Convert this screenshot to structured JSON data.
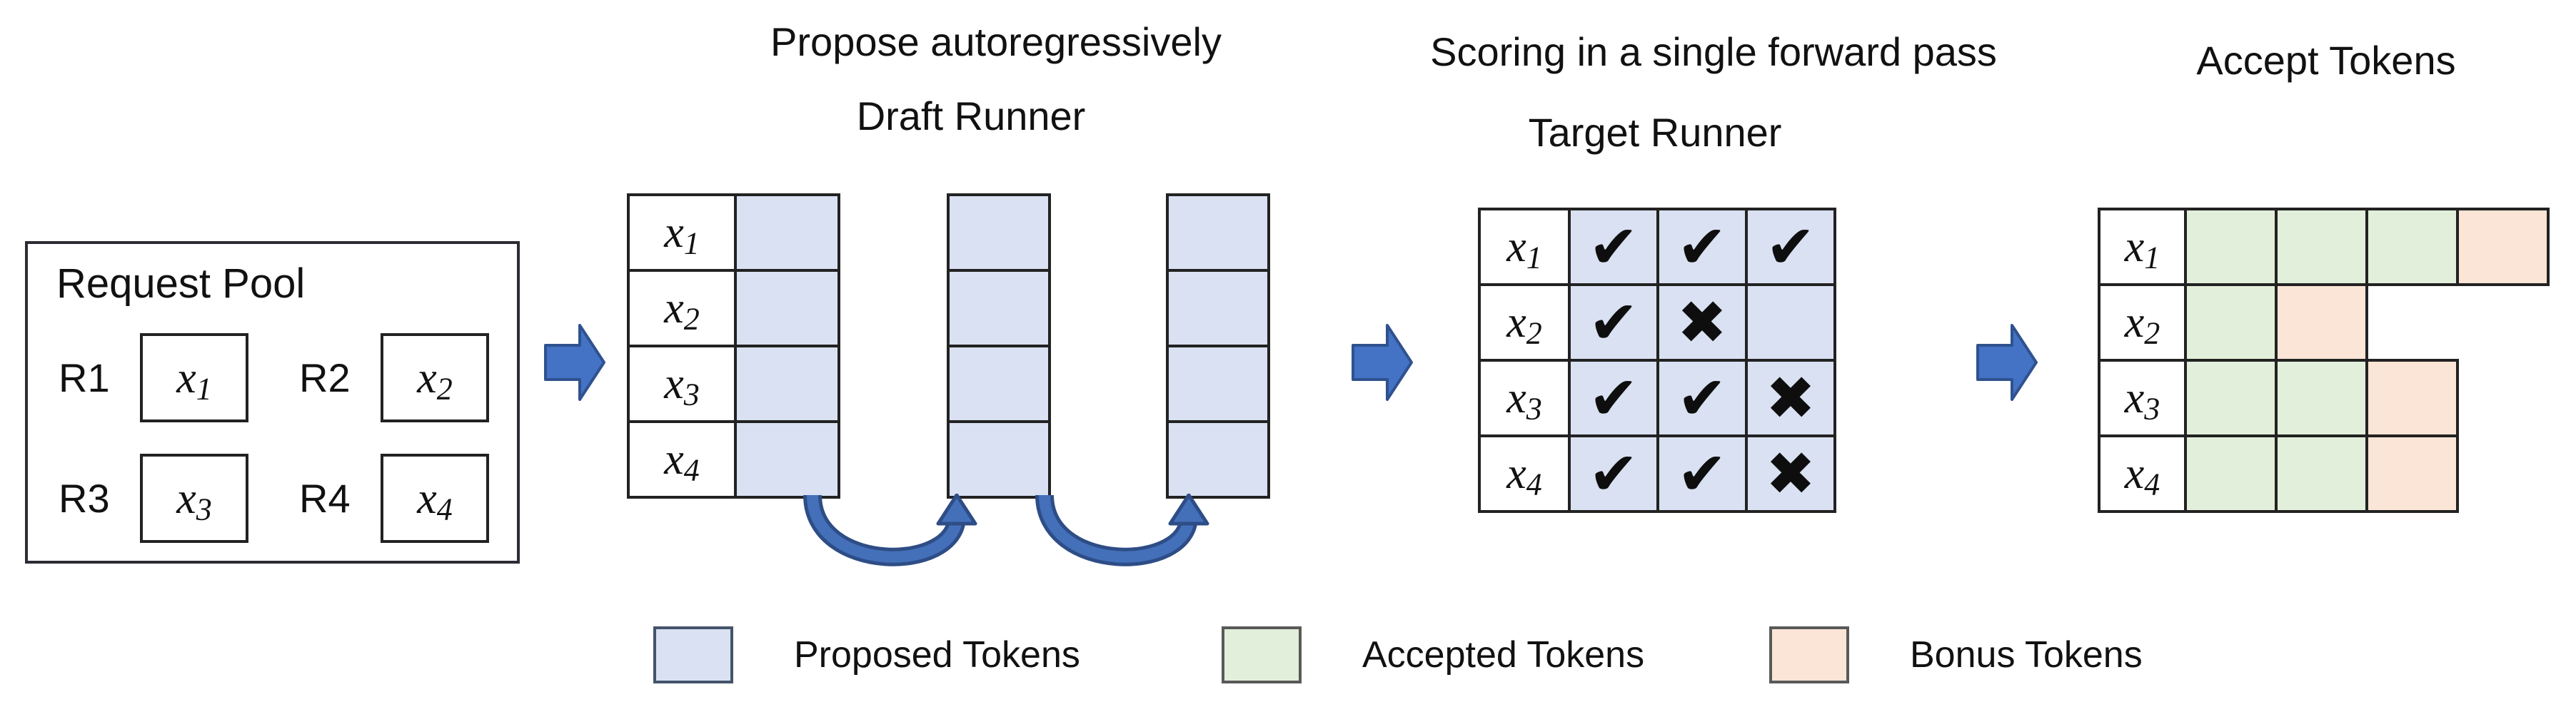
{
  "titles": {
    "propose": "Propose autoregressively",
    "draft_runner": "Draft Runner",
    "scoring": "Scoring in a single forward pass",
    "target_runner": "Target Runner",
    "accept_tokens": "Accept Tokens"
  },
  "request_pool": {
    "title": "Request Pool",
    "requests": [
      {
        "id": "R1",
        "base": "x",
        "sub": "1"
      },
      {
        "id": "R2",
        "base": "x",
        "sub": "2"
      },
      {
        "id": "R3",
        "base": "x",
        "sub": "3"
      },
      {
        "id": "R4",
        "base": "x",
        "sub": "4"
      }
    ]
  },
  "row_labels": [
    {
      "base": "x",
      "sub": "1"
    },
    {
      "base": "x",
      "sub": "2"
    },
    {
      "base": "x",
      "sub": "3"
    },
    {
      "base": "x",
      "sub": "4"
    }
  ],
  "draft_runner": {
    "columns": 3,
    "rows": 4
  },
  "target_runner": {
    "grid": [
      [
        "✔",
        "✔",
        "✔"
      ],
      [
        "✔",
        "✖",
        ""
      ],
      [
        "✔",
        "✔",
        "✖"
      ],
      [
        "✔",
        "✔",
        "✖"
      ]
    ]
  },
  "accept_tokens": {
    "rows": [
      [
        "accepted",
        "accepted",
        "accepted",
        "bonus"
      ],
      [
        "accepted",
        "bonus"
      ],
      [
        "accepted",
        "accepted",
        "bonus"
      ],
      [
        "accepted",
        "accepted",
        "bonus"
      ]
    ]
  },
  "legend": {
    "items": [
      {
        "label": "Proposed Tokens",
        "type": "proposed"
      },
      {
        "label": "Accepted Tokens",
        "type": "accepted"
      },
      {
        "label": "Bonus Tokens",
        "type": "bonus"
      }
    ]
  },
  "colors": {
    "line": "#222222",
    "proposed": "#d9e1f2",
    "accepted": "#e2efda",
    "bonus": "#fbe5d6",
    "arrow": "#4472c4",
    "arrow_border": "#2f528f",
    "curve": "#4470ba",
    "curve_dark": "#2e4d86"
  }
}
